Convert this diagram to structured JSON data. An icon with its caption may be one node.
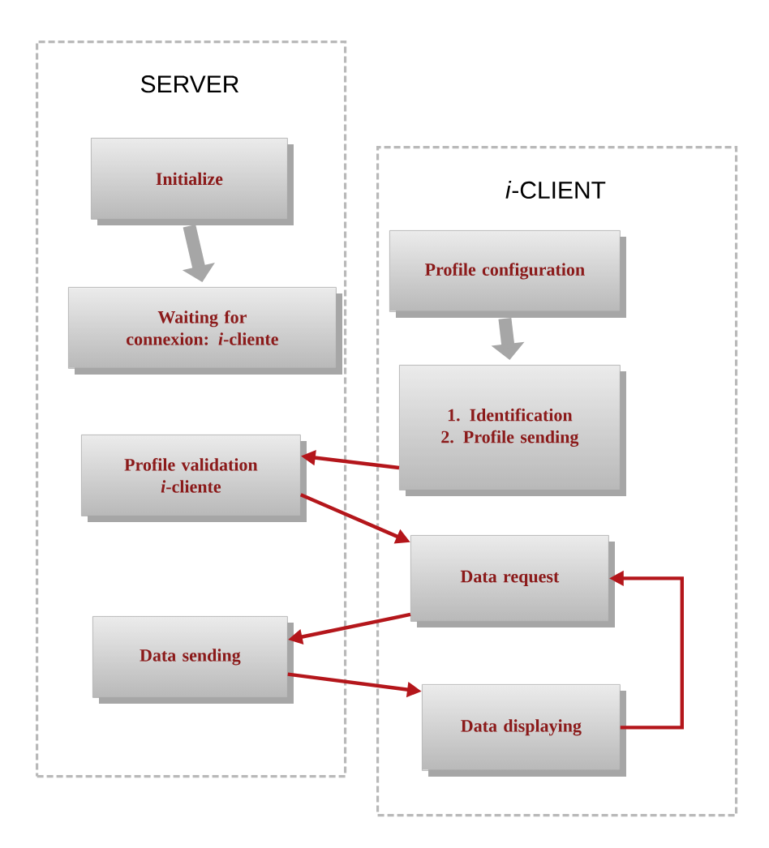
{
  "diagram": {
    "nodes": [
      {
        "text": [
          "SERVER"
        ]
      },
      {
        "text": [
          "Initialize"
        ],
        "in": 0
      },
      {
        "text": [
          "Waiting for connexion: *i*-cliente"
        ],
        "in": 0
      },
      {
        "text": [
          "Profile validation *i*-cliente"
        ],
        "in": 0
      },
      {
        "text": [
          "Data sending"
        ],
        "in": 0
      },
      {
        "text": [
          "*i*-CLIENT"
        ]
      },
      {
        "text": [
          "Profile configuration"
        ],
        "in": 5
      },
      {
        "text": [
          "1. Identification 2. Profile sending"
        ],
        "in": 5
      },
      {
        "text": [
          "Data request"
        ],
        "in": 5
      },
      {
        "text": [
          "Data displaying"
        ],
        "in": 5
      }
    ],
    "edges": [
      {
        "from": 1,
        "to": 2,
        "arrow": "to",
        "style": "thick",
        "color": "#a6a6a6"
      },
      {
        "from": 6,
        "to": 7,
        "arrow": "to",
        "style": "thick",
        "color": "#a6a6a6"
      },
      {
        "from": 7,
        "to": 3,
        "arrow": "to"
      },
      {
        "from": 3,
        "to": 8,
        "arrow": "to"
      },
      {
        "from": 8,
        "to": 4,
        "arrow": "to"
      },
      {
        "from": 4,
        "to": 9,
        "arrow": "to"
      },
      {
        "from": 9,
        "to": 8,
        "arrow": "to"
      }
    ]
  }
}
